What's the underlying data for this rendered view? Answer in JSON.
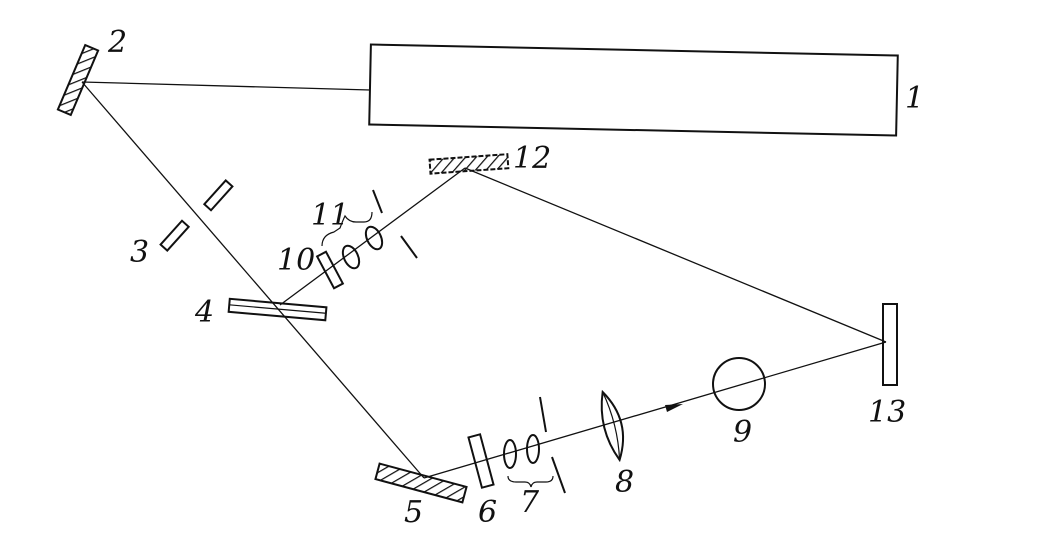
{
  "labels": {
    "n1": "1",
    "n2": "2",
    "n3": "3",
    "n4": "4",
    "n5": "5",
    "n6": "6",
    "n7": "7",
    "n8": "8",
    "n9": "9",
    "n10": "10",
    "n11": "11",
    "n12": "12",
    "n13": "13"
  },
  "colors": {
    "ink": "#111111",
    "background": "#ffffff"
  }
}
